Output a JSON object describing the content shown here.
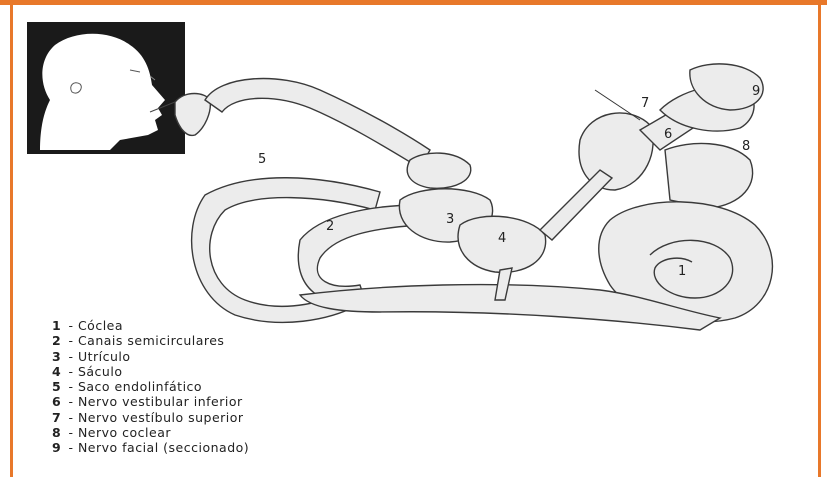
{
  "frame_color": "#e8782a",
  "diagram_labels": {
    "n1": "1",
    "n2": "2",
    "n3": "3",
    "n4": "4",
    "n5": "5",
    "n6": "6",
    "n7": "7",
    "n8": "8",
    "n9": "9"
  },
  "legend": [
    {
      "num": "1",
      "text": " - Cóclea"
    },
    {
      "num": "2",
      "text": " - Canais semicirculares"
    },
    {
      "num": "3",
      "text": " - Utrículo"
    },
    {
      "num": "4",
      "text": " - Sáculo"
    },
    {
      "num": "5",
      "text": " - Saco endolinfático"
    },
    {
      "num": "6",
      "text": " - Nervo vestibular inferior"
    },
    {
      "num": "7",
      "text": " - Nervo vestíbulo superior"
    },
    {
      "num": "8",
      "text": " - Nervo coclear"
    },
    {
      "num": "9",
      "text": " - Nervo facial (seccionado)"
    }
  ]
}
